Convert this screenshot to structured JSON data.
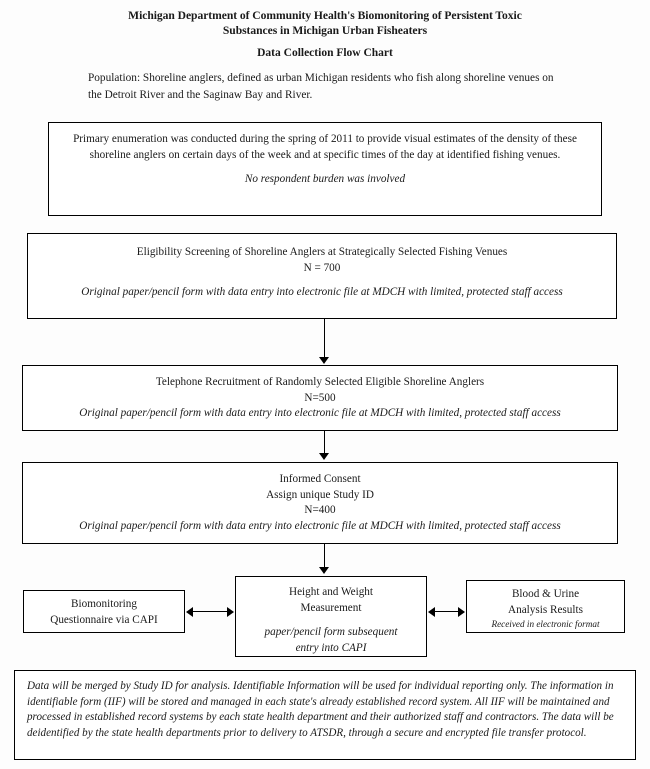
{
  "header": {
    "title_line_1": "Michigan Department of Community Health's Biomonitoring of Persistent Toxic",
    "title_line_2": "Substances in Michigan Urban Fisheaters",
    "subtitle": "Data Collection Flow Chart",
    "population": "Population:  Shoreline anglers, defined as urban Michigan residents who fish along shoreline venues on the Detroit River and the Saginaw Bay and River."
  },
  "flow": {
    "primary_enumeration": {
      "body": "Primary enumeration was conducted during the spring of 2011 to provide visual estimates of the density of these shoreline anglers on certain days of the week and at specific times of the day at identified fishing venues.",
      "note": "No respondent burden was involved"
    },
    "eligibility": {
      "title": "Eligibility Screening of Shoreline Anglers at Strategically Selected Fishing Venues",
      "count": "N = 700",
      "note": "Original paper/pencil form with data entry into electronic file at MDCH with limited, protected staff access"
    },
    "telephone": {
      "title": "Telephone Recruitment of Randomly Selected Eligible Shoreline Anglers",
      "count": "N=500",
      "note": "Original paper/pencil form with data entry into electronic file at MDCH with limited, protected staff access"
    },
    "consent": {
      "title": "Informed Consent",
      "subtitle": "Assign unique Study ID",
      "count": "N=400",
      "note": "Original paper/pencil form with data entry into electronic file at MDCH with limited, protected staff access"
    },
    "questionnaire": {
      "line_1": "Biomonitoring",
      "line_2": "Questionnaire via CAPI"
    },
    "height_weight": {
      "line_1": "Height and Weight",
      "line_2": "Measurement",
      "note_line_1": "paper/pencil form subsequent",
      "note_line_2": "entry into CAPI"
    },
    "blood_urine": {
      "line_1": "Blood & Urine",
      "line_2": "Analysis Results",
      "note": "Received in electronic format"
    },
    "merge": {
      "body": "Data will be merged by Study ID for analysis.  Identifiable Information will be used for individual reporting only. The information in identifiable form (IIF) will be stored and managed in each state's already established record system. All IIF will be maintained and processed in established record systems by each state health department and their authorized staff and contractors. The data will be deidentified by the state health departments prior to delivery to ATSDR, through a secure and encrypted file transfer protocol."
    }
  }
}
